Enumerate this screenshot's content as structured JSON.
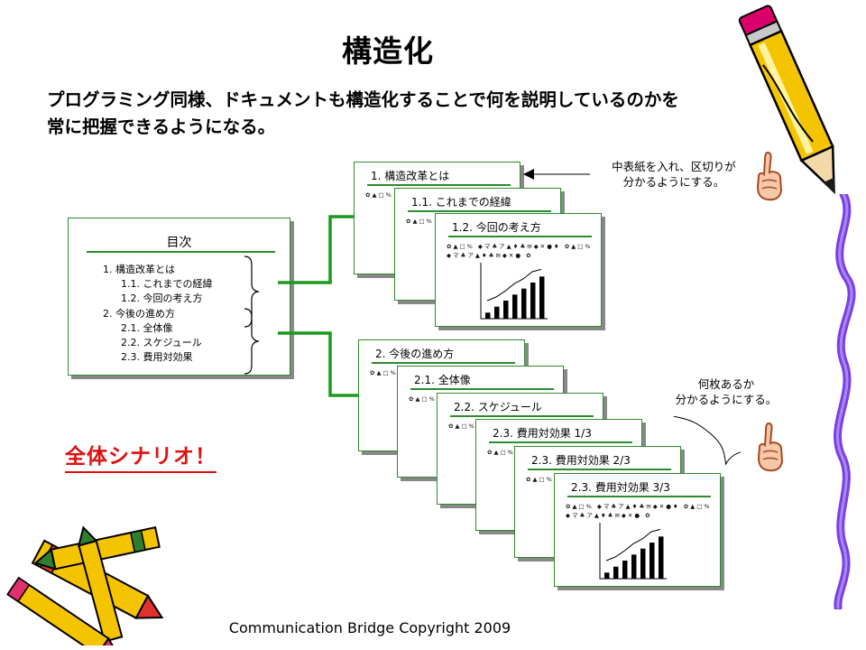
{
  "title": "構造化",
  "lead": {
    "line1": "プログラミング同様、ドキュメントも構造化することで何を説明しているのかを",
    "line2": "常に把握できるようになる。"
  },
  "toc": {
    "title": "目次",
    "items": [
      "1. 構造改革とは",
      "1.1. これまでの経緯",
      "1.2. 今回の考え方",
      "2. 今後の進め方",
      "2.1. 全体像",
      "2.2. スケジュール",
      "2.3. 費用対効果"
    ]
  },
  "group1": {
    "slides": [
      "1. 構造改革とは",
      "1.1. これまでの経緯",
      "1.2. 今回の考え方"
    ]
  },
  "group2": {
    "slides": [
      "2. 今後の進め方",
      "2.1. 全体像",
      "2.2. スケジュール",
      "2.3. 費用対効果 1/3",
      "2.3. 費用対効果 2/3",
      "2.3. 費用対効果 3/3"
    ]
  },
  "placeholder": {
    "line1": "✿▲□%  ◆マ♣ア▲♦♣✉◆✕●♦  ✿▲□%",
    "line2": "◆マ♣ア▲♦♣✉◆✕●  ✿"
  },
  "notes": {
    "top": [
      "中表紙を入れ、区切りが",
      "分かるようにする。"
    ],
    "bottom": [
      "何枚あるか",
      "分かるようにする。"
    ]
  },
  "scenario": "全体シナリオ！",
  "footer": "Communication Bridge Copyright 2009",
  "icons": [
    "pencil-icon",
    "crayons-icon",
    "pointing-hand-icon",
    "arrow-right-icon",
    "brace-icon"
  ],
  "colors": {
    "accent": "#2e8b2e",
    "scenario": "#e01010",
    "pencil": "#f5c400",
    "crayon_purple": "#7b3fe4"
  },
  "chart_data": [
    {
      "type": "bar",
      "values": [
        1,
        2,
        3,
        4,
        5,
        6,
        7
      ],
      "trend": [
        3,
        3.6,
        4.6,
        5.8,
        6.6,
        7.8,
        8.2
      ],
      "ylim": [
        0,
        9
      ]
    },
    {
      "type": "bar",
      "values": [
        1,
        2,
        3,
        4,
        5,
        6,
        7
      ],
      "trend": [
        3,
        3.6,
        4.6,
        5.8,
        6.6,
        7.8,
        8.2
      ],
      "ylim": [
        0,
        9
      ]
    }
  ]
}
